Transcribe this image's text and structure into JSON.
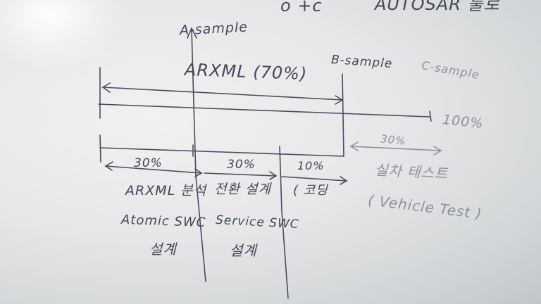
{
  "top_fragments": {
    "left": "o +c",
    "right": "AUTOSAR 툴로"
  },
  "milestones": {
    "a": "A-sample",
    "b": "B-sample",
    "c": "C-sample"
  },
  "arxml_label": "ARXML (70%)",
  "total_label": "100%",
  "phases": [
    {
      "percent": "30%",
      "desc": "ARXML 분석",
      "desc2": "Atomic SWC",
      "desc3": "설계"
    },
    {
      "percent": "30%",
      "desc": "전환 설계",
      "desc2": "Service SWC",
      "desc3": "설계"
    },
    {
      "percent": "10%",
      "desc": "( 코딩"
    }
  ],
  "vehicle_phase": {
    "percent": "30%",
    "desc": "실차 테스트",
    "desc2": "( Vehicle Test )"
  },
  "colors": {
    "board": "#e6e7e8",
    "ink": "#45475a",
    "faint_ink": "#8c8f9c"
  }
}
